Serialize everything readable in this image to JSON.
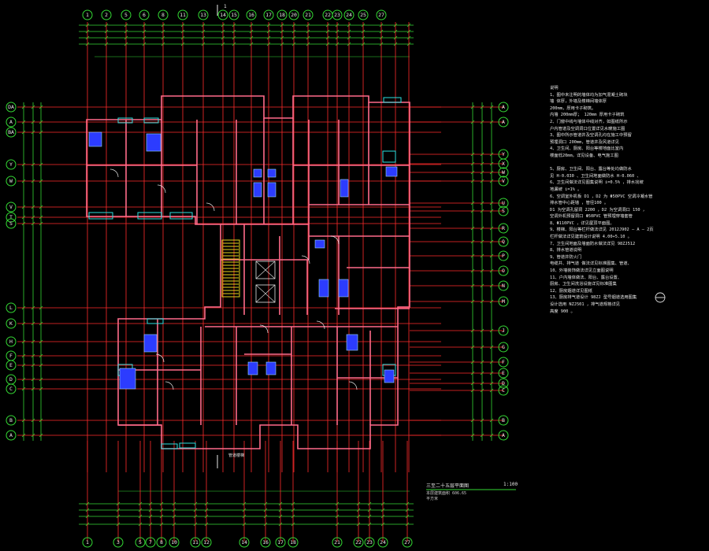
{
  "grid": {
    "top_axes": [
      "1",
      "2",
      "5",
      "6",
      "8",
      "11",
      "13",
      "14",
      "15",
      "16",
      "17",
      "18",
      "20",
      "21",
      "22",
      "23",
      "24",
      "25",
      "27"
    ],
    "bottom_axes": [
      "1",
      "3",
      "5",
      "7",
      "8",
      "10",
      "11",
      "12",
      "14",
      "16",
      "17",
      "18",
      "21",
      "22",
      "23",
      "24",
      "27"
    ],
    "left_axes": [
      "DA",
      "A",
      "BA",
      "Y",
      "W",
      "V",
      "T",
      "S",
      "L",
      "K",
      "H",
      "F",
      "E",
      "D",
      "C",
      "B",
      "A"
    ],
    "right_axes": [
      "A",
      "A",
      "Y",
      "X",
      "W",
      "V",
      "U",
      "S",
      "R",
      "Q",
      "P",
      "O",
      "N",
      "M",
      "J",
      "G",
      "F",
      "E",
      "D",
      "C",
      "B",
      "A"
    ],
    "section_mark": "1"
  },
  "notes": {
    "heading": "说明",
    "lines": [
      "1、图中未注明的墙体均为加气混凝土砌块",
      "墙 体厚，外墙及楼梯间墙体厚",
      "200mm，厚用卡子砌筑。",
      "内墙 200mm厚；                    120mm 厚用卡子砌筑",
      "2、门窗中线与墙体中线对齐，如图纸所示",
      "户内管道及空调洞口位置详见水暖施工图",
      "3、图中所示管道井及空调孔均在施工中预留",
      "预埋洞口 200mm，管道井及风道详见",
      "4、卫生间、厨房、阳台等楼地面比室内",
      "楼面低20mm，详见设备、电气施工图",
      "",
      "5、厨房、卫生间、阳台、露台等处均做防水",
      "见 H-0.030 、卫生间地面做防水        H-0.060 、",
      "6、卫生间做法详见图集说明         i=0.5% ，排水找坡",
      "地漏坡           i=1% 。",
      "6、空调室外机板     D1 ，D2 为   Φ50PVC 空调冷凝水管",
      "排水管中心距墙           ，管径100 。",
      "D1 为空调孔留洞        2200 ，D2 为空调洞口         150 ，",
      "空调外机预留洞口            Φ50PVC 管预埋穿墙套管",
      "8、Φ110PVC ，详见屋顶平面图。",
      "9、楼梯、阳台等栏杆做法详见                2012J902 — A — 2页",
      "栏杆做法详见建筑设计说明                   4.00+5.10 。",
      "7、卫生间地面及墙面防水做法详见                         98ZJ512",
      "8、排水管道说明",
      "9、管道井防火门",
      "      电缆井、排气道        做法详见标准图集、管道、",
      "10、外墙装饰做法详见立面图说明",
      "11、户内墙体做法、阳台、露台设置、",
      "厨房、卫生间洗浴设施详见标准图集",
      "12、厨房烟道详见图纸",
      "13、厨房排气道设计                   98ZJ 型号烟道选用图集",
      "设计选用         NZJ501                ，排气道规格详见",
      "高度       900 。"
    ],
    "stamp": "98ZJ512"
  },
  "title_block": {
    "title": "三至二十五层平面图",
    "scale": "1:100",
    "subtitle": "本层建筑面积          606.65  平方米"
  },
  "labels": {
    "stair_note": "管道楼梯"
  },
  "colors": {
    "background": "#000000",
    "grid_line": "#ff2b2b",
    "wall": "#ff6b8a",
    "dimension": "#34d934",
    "text": "#e8e8e8",
    "cyan": "#2de0e0",
    "fixture": "#2c3cff",
    "stair": "#e6d21c"
  }
}
